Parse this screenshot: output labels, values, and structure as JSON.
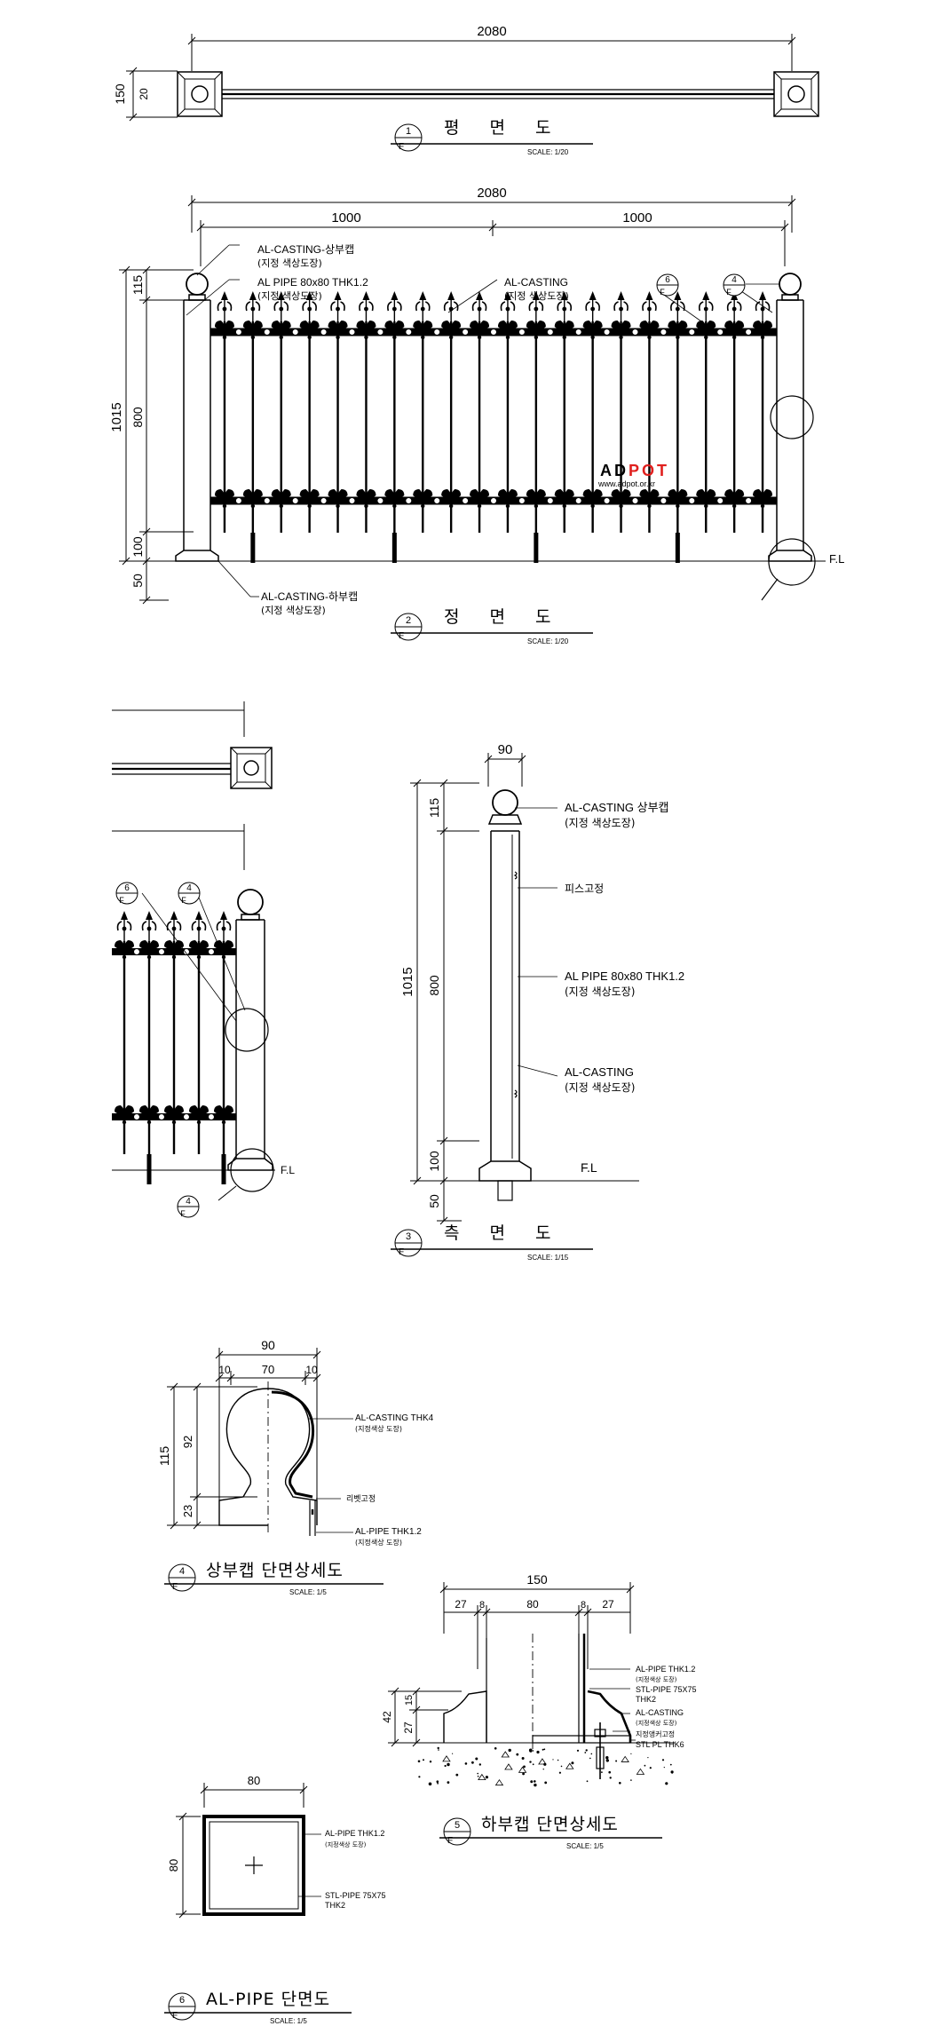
{
  "watermark": {
    "brand_a": "AD",
    "brand_b": "POT",
    "url": "www.adpot.or.kr",
    "accent": "#e0201e"
  },
  "view1": {
    "dim_total": "2080",
    "dim_side_a": "150",
    "dim_side_b": "20",
    "title": {
      "no": "1",
      "sheet": "F",
      "name": "평 면 도",
      "scale": "SCALE: 1/20"
    }
  },
  "view2": {
    "dim_total": "2080",
    "dim_left": "1000",
    "dim_right": "1000",
    "dim_h_total": "1015",
    "dim_top": "115",
    "dim_mid": "800",
    "dim_low": "100",
    "dim_base": "50",
    "callout_top_cap": "AL-CASTING-상부캡",
    "callout_top_cap_note": "(지정 색상도장)",
    "callout_pipe": "AL PIPE 80x80 THK1.2",
    "callout_pipe_note": "(지정 색상도장)",
    "callout_casting": "AL-CASTING",
    "callout_casting_note": "(지정 색상도장)",
    "callout_bottom_cap": "AL-CASTING-하부캡",
    "callout_bottom_cap_note": "(지정 색상도장)",
    "bubble_6": {
      "no": "6",
      "sheet": "F"
    },
    "bubble_4": {
      "no": "4",
      "sheet": "F"
    },
    "floor": "F.L",
    "title": {
      "no": "2",
      "sheet": "F",
      "name": "정 면 도",
      "scale": "SCALE: 1/20"
    }
  },
  "view3": {
    "dim_width": "90",
    "dim_h_total": "1015",
    "dim_top": "115",
    "dim_mid": "800",
    "dim_low": "100",
    "dim_base": "50",
    "callout_cap": "AL-CASTING 상부캡",
    "callout_cap_note": "(지정 색상도장)",
    "callout_screw": "피스고정",
    "callout_pipe": "AL PIPE 80x80 THK1.2",
    "callout_pipe_note": "(지정 색상도장)",
    "callout_casting": "AL-CASTING",
    "callout_casting_note": "(지정 색상도장)",
    "floor": "F.L",
    "partial_floor": "F.L",
    "partial_bubble_6": {
      "no": "6",
      "sheet": "F"
    },
    "partial_bubble_4": {
      "no": "4",
      "sheet": "F"
    },
    "partial_bubble_4b": {
      "no": "4",
      "sheet": "F"
    },
    "title": {
      "no": "3",
      "sheet": "F",
      "name": "측 면 도",
      "scale": "SCALE: 1/15"
    }
  },
  "view4": {
    "dim_total": "90",
    "dim_a": "10",
    "dim_b": "70",
    "dim_c": "10",
    "dim_h": "115",
    "dim_h1": "92",
    "dim_h2": "23",
    "callout_casting": "AL-CASTING THK4",
    "callout_casting_note": "(지정색상 도장)",
    "callout_rivet": "리벳고정",
    "callout_pipe": "AL-PIPE THK1.2",
    "callout_pipe_note": "(지정색상 도장)",
    "title": {
      "no": "4",
      "sheet": "F",
      "name": "상부캡 단면상세도",
      "scale": "SCALE: 1/5"
    }
  },
  "view5": {
    "dim_total": "150",
    "dim_segments": [
      "27",
      "8",
      "80",
      "8",
      "27"
    ],
    "dim_h_total": "42",
    "dim_h1": "27",
    "dim_h2": "15",
    "callout_pipe": "AL-PIPE THK1.2",
    "callout_pipe_note": "(지정색상 도장)",
    "callout_stl": "STL-PIPE 75X75",
    "callout_stl_b": "THK2",
    "callout_casting": "AL-CASTING",
    "callout_casting_note": "(지정색상 도장)",
    "callout_anchor": "지정앵커고정",
    "callout_plate": "STL PL THK6",
    "title": {
      "no": "5",
      "sheet": "F",
      "name": "하부캡 단면상세도",
      "scale": "SCALE: 1/5"
    }
  },
  "view6": {
    "dim_w": "80",
    "dim_h": "80",
    "callout_pipe": "AL-PIPE THK1.2",
    "callout_pipe_note": "(지정색상 도장)",
    "callout_stl": "STL-PIPE 75X75",
    "callout_stl_b": "THK2",
    "title": {
      "no": "6",
      "sheet": "F",
      "name": "AL-PIPE 단면도",
      "scale": "SCALE: 1/5"
    }
  }
}
